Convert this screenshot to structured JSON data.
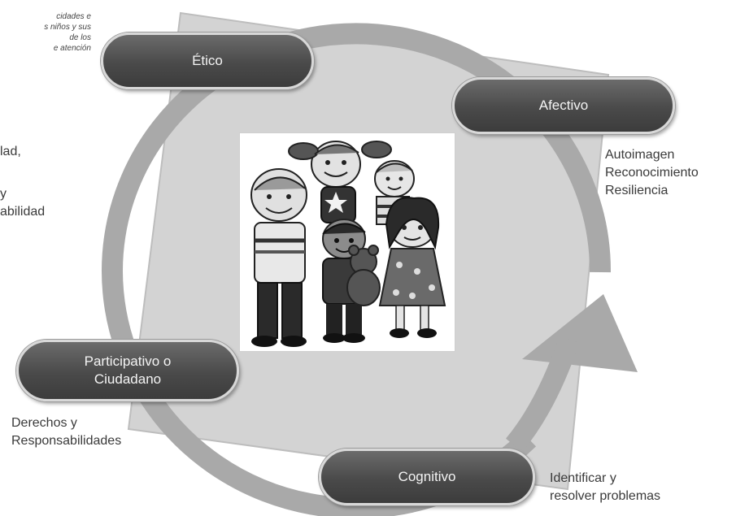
{
  "top_note_lines": "cidades e\ns niños y sus\nde los\ne atención",
  "left_fragments": {
    "a": "lad,",
    "b": "y\nabilidad"
  },
  "nodes": {
    "etico": {
      "label": "Ético"
    },
    "afectivo": {
      "label": "Afectivo",
      "detail": "Autoimagen\nReconocimiento\nResiliencia"
    },
    "participativo": {
      "label": "Participativo o\nCiudadano",
      "detail": "Derechos y\nResponsabilidades"
    },
    "cognitivo": {
      "label": "Cognitivo",
      "detail": "Identificar y\nresolver problemas"
    }
  },
  "colors": {
    "ring": "#a9a9a9",
    "square": "#d3d3d3",
    "pill": "#4a4a4a",
    "pill_border": "#d8d8d8"
  }
}
